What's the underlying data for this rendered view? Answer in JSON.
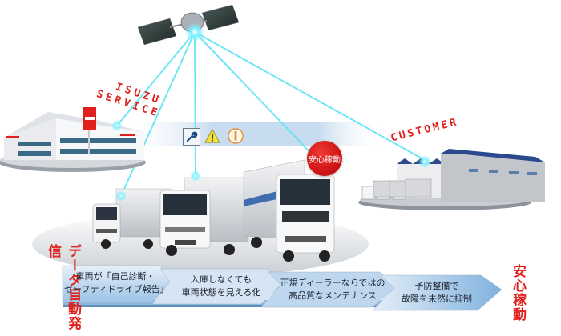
{
  "labels": {
    "service": [
      "ISUZU",
      "SERVICE"
    ],
    "customer": "CUSTOMER",
    "badge": "安心稼動",
    "left_vertical": "データ自動発信",
    "right_vertical": "安心稼動"
  },
  "status_icons": [
    {
      "name": "wrench-icon",
      "label": "maintenance"
    },
    {
      "name": "warning-icon",
      "label": "warning"
    },
    {
      "name": "info-icon",
      "label": "information"
    }
  ],
  "steps": [
    {
      "line1": "車両が「自己診断・",
      "line2": "セーフティドライブ報告」"
    },
    {
      "line1": "入庫しなくても",
      "line2": "車両状態を見える化"
    },
    {
      "line1": "正規ディーラーならではの",
      "line2": "高品質なメンテナンス"
    },
    {
      "line1": "予防整備で",
      "line2": "故障を未然に抑制"
    }
  ],
  "colors": {
    "accent_red": "#e0201c",
    "beam_cyan": "#5fe3f5",
    "arrow_blue_light": "#dde9f5",
    "arrow_blue_dark": "#8db8de",
    "warehouse_roof": "#2b4a8e"
  }
}
